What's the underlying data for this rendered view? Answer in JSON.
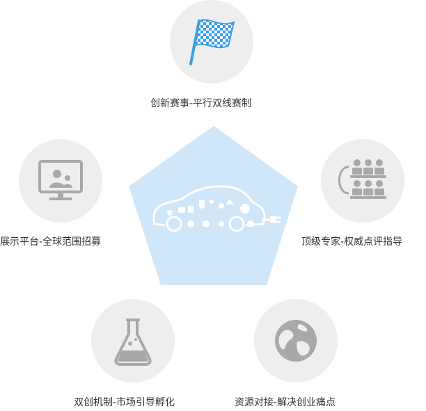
{
  "colors": {
    "pentagon": "#cfe7f9",
    "circle_bg": "#eeeeee",
    "icon_gray": "#a9a9a9",
    "flag_blue": "#3a9fe6",
    "label_text": "#333333"
  },
  "items": [
    {
      "label": "创新赛事-平行双线赛制",
      "icon": "checkered-flag-icon"
    },
    {
      "label": "展示平台-全球范围招募",
      "icon": "presentation-screen-icon"
    },
    {
      "label": "顶级专家-权威点评指导",
      "icon": "expert-panel-icon"
    },
    {
      "label": "双创机制-市场引导孵化",
      "icon": "flask-icon"
    },
    {
      "label": "资源对接-解决创业痛点",
      "icon": "globe-icon"
    }
  ],
  "center": {
    "icon": "eco-car-icon"
  }
}
